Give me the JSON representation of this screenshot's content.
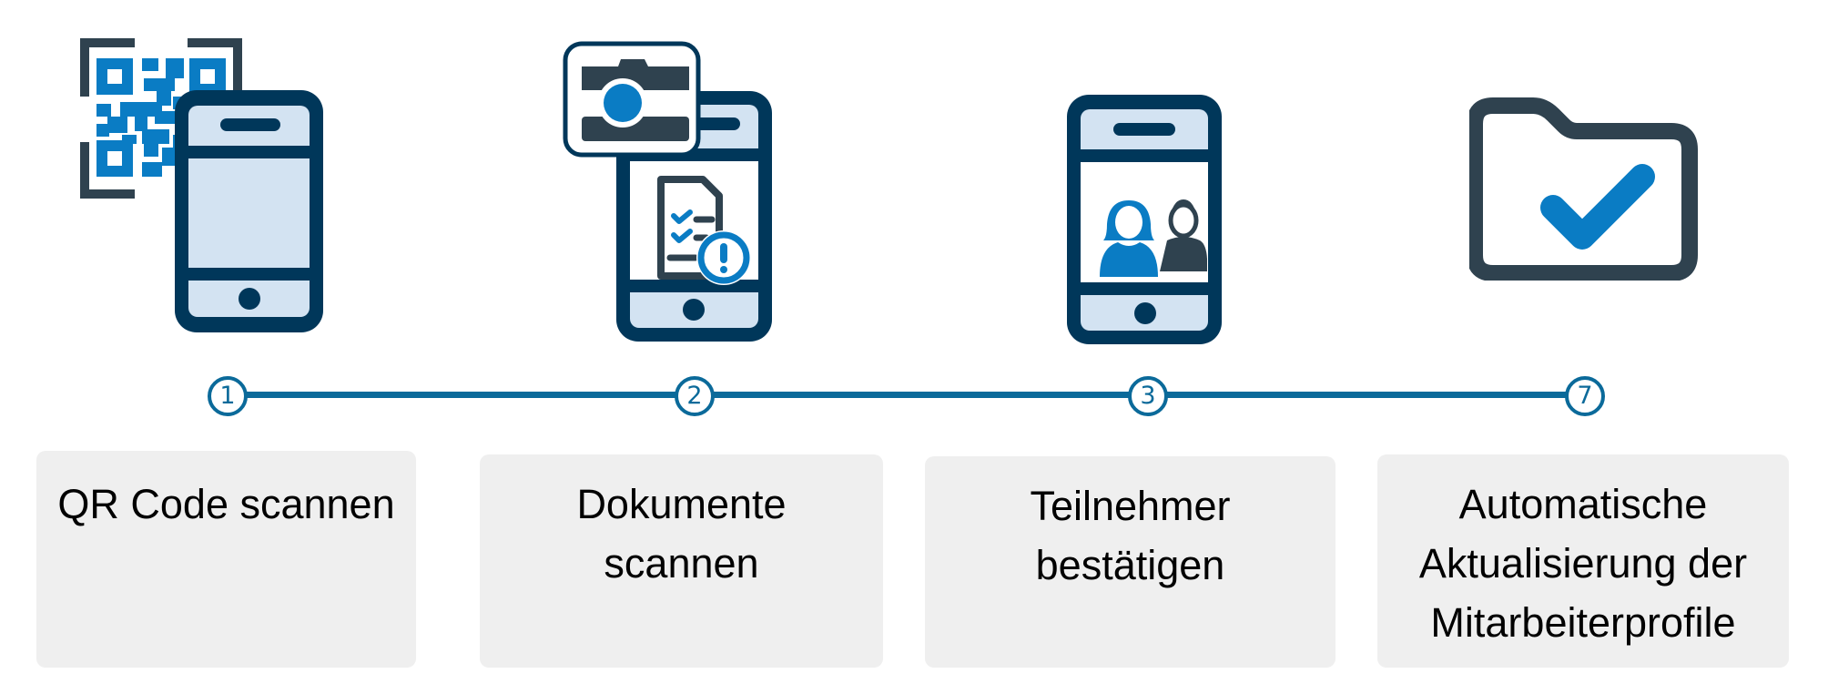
{
  "colors": {
    "dark_navy": "#00375a",
    "dark_slate": "#2f424f",
    "accent_blue": "#0a7cc4",
    "screen_light": "#d3e3f2",
    "timeline": "#0b6a9a",
    "card_bg": "#efefef"
  },
  "steps": [
    {
      "number": "1",
      "icon": "qr-code-phone-icon",
      "label_lines": [
        "QR Code scannen"
      ]
    },
    {
      "number": "2",
      "icon": "camera-document-phone-icon",
      "label_lines": [
        "Dokumente",
        "scannen"
      ]
    },
    {
      "number": "3",
      "icon": "participants-phone-icon",
      "label_lines": [
        "Teilnehmer",
        "bestätigen"
      ]
    },
    {
      "number": "7",
      "icon": "folder-check-icon",
      "label_lines": [
        "Automatische",
        "Aktualisierung der",
        "Mitarbeiterprofile"
      ]
    }
  ]
}
